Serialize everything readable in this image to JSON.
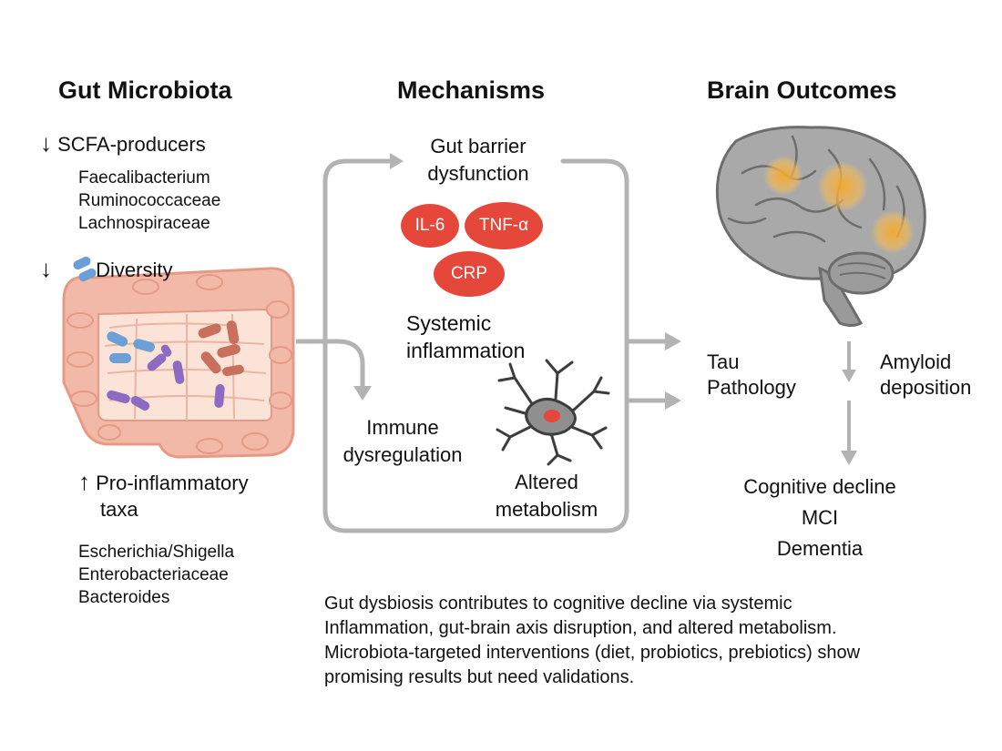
{
  "headings": {
    "gut": "Gut Microbiota",
    "mechanisms": "Mechanisms",
    "brain": "Brain Outcomes"
  },
  "gut": {
    "scfa": {
      "arrow": "↓",
      "label": "SCFA-producers",
      "taxa": [
        "Faecalibacterium",
        "Ruminococcaceae",
        "Lachnospiraceae"
      ]
    },
    "diversity": {
      "arrow": "↓",
      "label": "Diversity"
    },
    "proinflammatory": {
      "arrow": "↑",
      "label_line1": "Pro-inflammatory",
      "label_line2": "taxa",
      "taxa": [
        "Escherichia/Shigella",
        "Enterobacteriaceae",
        "Bacteroides"
      ]
    }
  },
  "mechanisms": {
    "barrier": {
      "line1": "Gut barrier",
      "line2": "dysfunction"
    },
    "cytokines": [
      "IL-6",
      "TNF-α",
      "CRP"
    ],
    "inflammation": {
      "line1": "Systemic",
      "line2": "inflammation"
    },
    "immune": {
      "line1": "Immune",
      "line2": "dysregulation"
    },
    "metabolism": {
      "line1": "Altered",
      "line2": "metabolism"
    }
  },
  "brain": {
    "tau": {
      "line1": "Tau",
      "line2": "Pathology"
    },
    "amyloid": {
      "line1": "Amyloid",
      "line2": "deposition"
    },
    "outcomes": [
      "Cognitive decline",
      "MCI",
      "Dementia"
    ]
  },
  "summary": [
    "Gut dysbiosis contributes to cognitive decline via systemic",
    "Inflammation, gut-brain axis disruption, and altered metabolism.",
    "Microbiota-targeted interventions (diet, probiotics, prebiotics) show",
    "promising results but need validations."
  ],
  "colors": {
    "arrow_gray": "#b3b3b3",
    "cytokine_red": "#e5473b",
    "intestine_pink": "#f3b9a8",
    "brain_gray": "#a9a9a9",
    "hotspot_orange": "#f6b13b"
  }
}
